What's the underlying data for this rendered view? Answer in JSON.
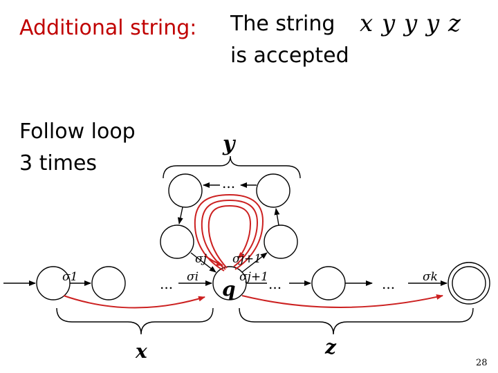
{
  "heading": {
    "prefix": "Additional string:",
    "accept_line1": "The string",
    "accept_line2": "is accepted",
    "string": "x y y y z",
    "loop_line1": "Follow loop",
    "loop_line2": "3 times"
  },
  "diagram": {
    "top_label": "y",
    "state_q": "q",
    "bottom_left_label": "x",
    "bottom_right_label": "z",
    "ellipsis": "...",
    "sym_1": "σ1",
    "sym_i": "σi",
    "sym_j": "σj",
    "sym_j1": "σj+1",
    "sym_k": "σk"
  },
  "colors": {
    "accent": "#c00000",
    "loop": "#cc2020",
    "stroke": "#000000"
  },
  "page_number": "28"
}
